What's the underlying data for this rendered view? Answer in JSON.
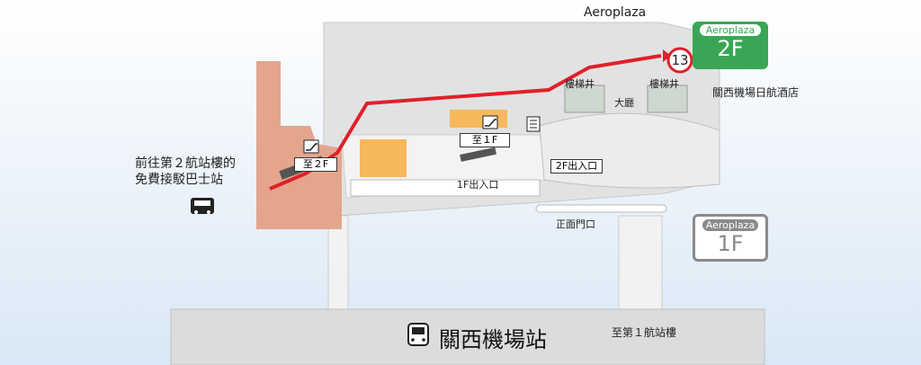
{
  "map_title": "Aeroplaza",
  "floor_sign_current": {
    "name": "Aeroplaza",
    "floor": "2F",
    "color": "#3aa655"
  },
  "floor_sign_other": {
    "name": "Aeroplaza",
    "floor": "1F",
    "color": "#8a8a8a"
  },
  "route_color": "#e0202a",
  "labels": {
    "stair_left": "樓梯井",
    "stair_right": "樓梯井",
    "hall": "大廳",
    "hotel": "關西機場日航酒店",
    "to_2f": "至２F",
    "to_1f": "至１F",
    "entrance_2f": "2F出入口",
    "entrance_1f": "1F出入口",
    "main_gate": "正面門口",
    "shuttle_line1": "前往第２航站樓的",
    "shuttle_line2": "免費接駁巴士站",
    "station": "關西機場站",
    "to_terminal1": "至第１航站樓"
  },
  "destination_number": "13",
  "icons": {
    "bus": "bus-icon",
    "train": "train-icon",
    "escalator": "escalator-icon",
    "elevator": "elevator-icon"
  }
}
